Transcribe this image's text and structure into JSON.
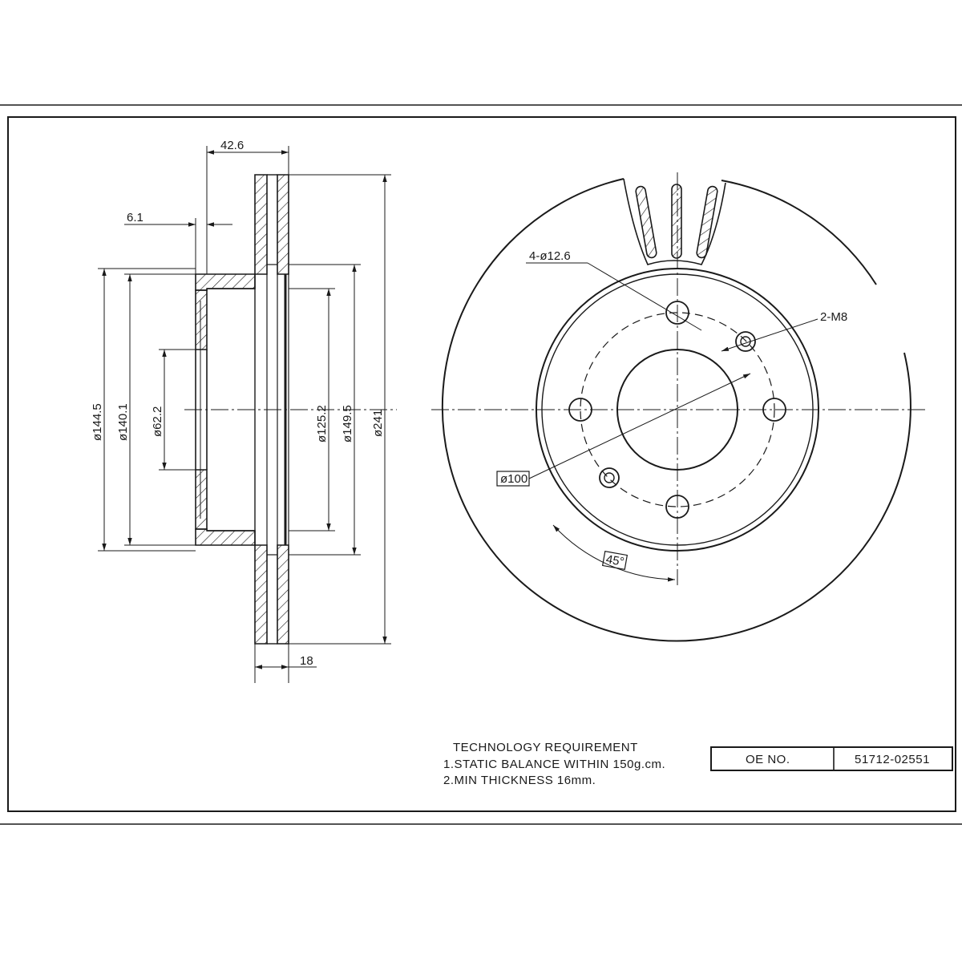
{
  "dimensions": {
    "hub_offset": "42.6",
    "hat_thickness": "6.1",
    "disc_thickness": "18",
    "d_144_5": "ø144.5",
    "d_140_1": "ø140.1",
    "d_62_2": "ø62.2",
    "d_125_2": "ø125.2",
    "d_149_5": "ø149.5",
    "d_241": "ø241"
  },
  "front_view": {
    "bolt_holes": "4-ø12.6",
    "threaded_holes": "2-M8",
    "pcd": "ø100",
    "angle": "45°"
  },
  "notes": {
    "heading": "TECHNOLOGY REQUIREMENT",
    "line1": "1.STATIC BALANCE WITHIN 150g.cm.",
    "line2": "2.MIN THICKNESS 16mm."
  },
  "title_block": {
    "label": "OE  NO.",
    "value": "51712-02551"
  }
}
